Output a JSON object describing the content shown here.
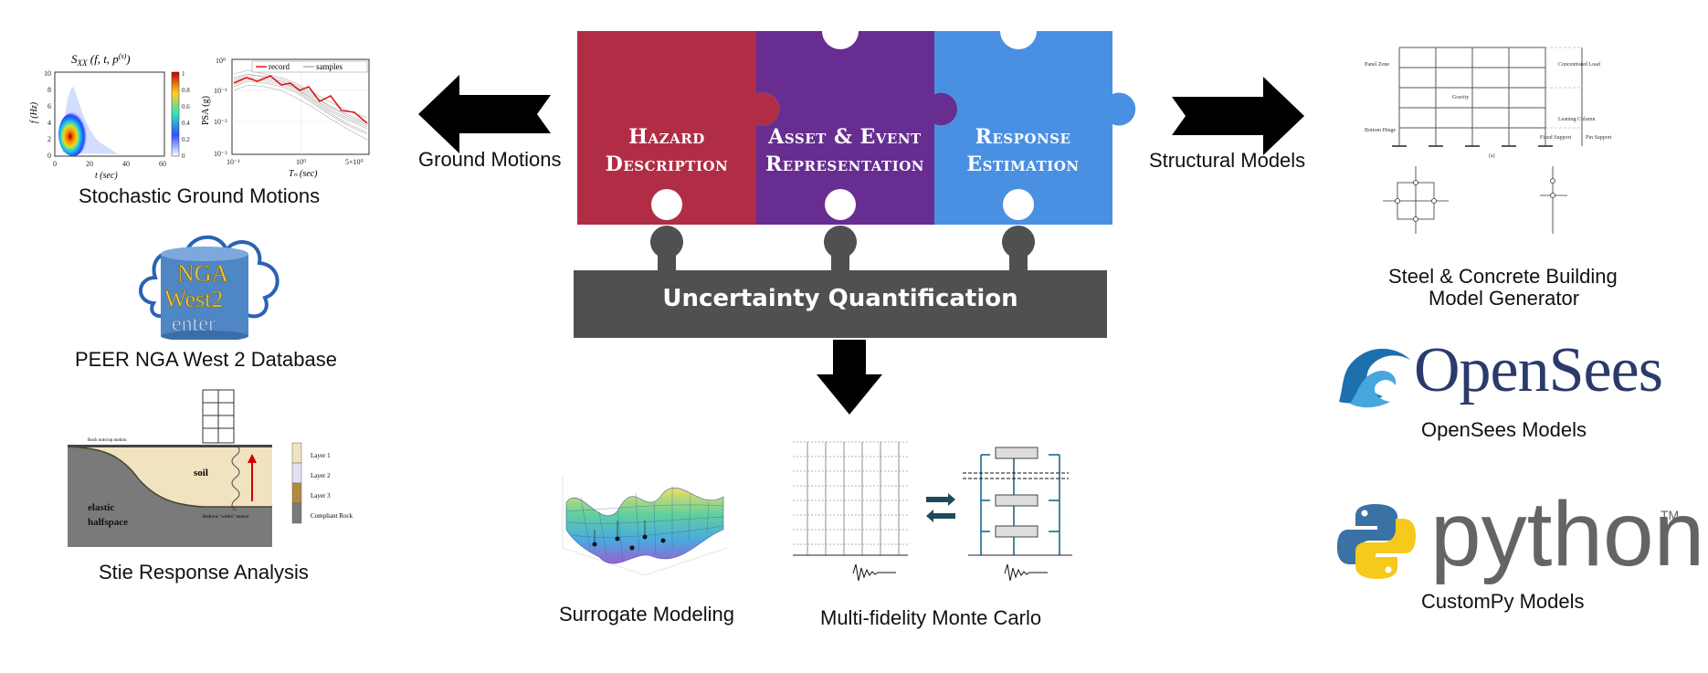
{
  "center": {
    "puzzles": [
      {
        "line1": "Hazard",
        "line2": "Description",
        "color": "#b12d45"
      },
      {
        "line1": "Asset & Event",
        "line2": "Representation",
        "color": "#672d91"
      },
      {
        "line1": "Response",
        "line2": "Estimation",
        "color": "#4a90e2"
      }
    ],
    "uq_label": "Uncertainty Quantification",
    "uq_color": "#505050"
  },
  "arrows": {
    "left_label": "Ground Motions",
    "right_label": "Structural Models"
  },
  "left": {
    "stochastic": {
      "caption": "Stochastic Ground Motions",
      "spectrogram": {
        "yticks": [
          "10",
          "8",
          "6",
          "4",
          "2",
          "0"
        ],
        "xticks": [
          "0",
          "20",
          "40",
          "60"
        ],
        "colorbar_ticks": [
          "1",
          "0.8",
          "0.6",
          "0.4",
          "0.2",
          "0"
        ]
      },
      "psa": {
        "legend_record": "record",
        "legend_samples": "samples",
        "yticks": [
          "10⁰",
          "10⁻¹",
          "10⁻²",
          "10⁻³"
        ],
        "xticks": [
          "10⁻¹",
          "10⁰",
          "5×10⁰"
        ]
      }
    },
    "nga": {
      "caption": "PEER NGA West 2 Database",
      "line1": "NGA",
      "line2": "West2",
      "line3": "enter"
    },
    "site": {
      "caption": "Stie Response Analysis",
      "soil_label": "soil",
      "elastic_label": "elastic",
      "halfspace_label": "halfspace",
      "rock_label": "Rock outcrop motion",
      "bedrock_label": "Bedrock \"within\" motion",
      "layers": [
        "Layer 1",
        "Layer 2",
        "Layer 3",
        "Compliant Rock"
      ]
    }
  },
  "bottom": {
    "surrogate_caption": "Surrogate Modeling",
    "mfmc_caption": "Multi-fidelity Monte Carlo"
  },
  "right": {
    "steel_caption_1": "Steel & Concrete Building",
    "steel_caption_2": "Model Generator",
    "frame_labels": [
      "Concentrated Load",
      "Panel Zone",
      "Gravity",
      "Leaning Column",
      "Fixed Support",
      "Pin Support",
      "Bottom Hinge",
      "(a)"
    ],
    "opensees_logo": "OpenSees",
    "opensees_caption": "OpenSees Models",
    "python_logo": "python",
    "python_tm": "TM",
    "custompy_caption": "CustomPy Models"
  }
}
